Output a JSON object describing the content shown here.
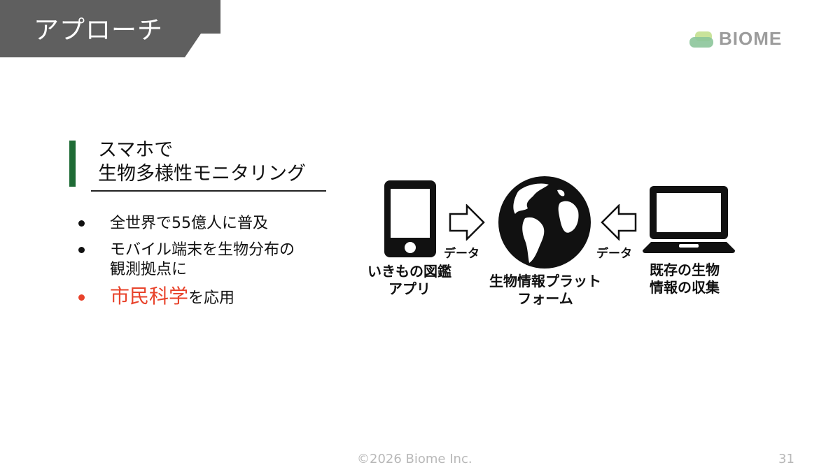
{
  "slide": {
    "title": "アプローチ",
    "logo": {
      "text": "BIOME",
      "colors": [
        "#b7d98a",
        "#8cc58c"
      ]
    },
    "heading": {
      "line1": "スマホで",
      "line2": "生物多様性モニタリング",
      "accent_bar_color": "#1e6b35"
    },
    "bullets": [
      {
        "text": "全世界で55億人に普及"
      },
      {
        "text": "モバイル端末を生物分布の観測拠点に",
        "line1": "モバイル端末を生物分布の",
        "line2": "観測拠点に"
      },
      {
        "highlight": "市民科学",
        "rest": "を応用",
        "highlight_color": "#e8432b"
      }
    ],
    "diagram": {
      "left": {
        "icon": "smartphone-icon",
        "label_line1": "いきもの図鑑",
        "label_line2": "アプリ"
      },
      "left_arrow_label": "データ",
      "center": {
        "icon": "globe-icon",
        "label_line1": "生物情報プラット",
        "label_line2": "フォーム"
      },
      "right_arrow_label": "データ",
      "right": {
        "icon": "laptop-icon",
        "label_line1": "既存の生物",
        "label_line2": "情報の収集"
      }
    },
    "footer": {
      "copyright": "©2026 Biome Inc.",
      "page_number": "31"
    }
  }
}
